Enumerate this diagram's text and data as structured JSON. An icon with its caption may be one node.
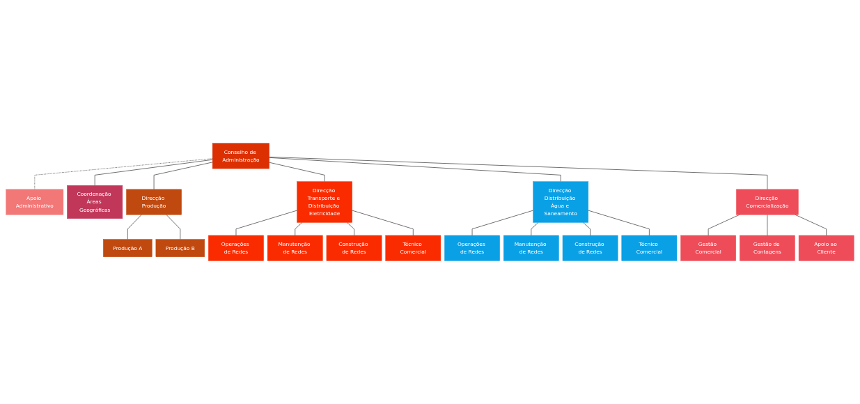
{
  "diagram": {
    "nodes": [
      {
        "text": [
          "Conselho de Administração"
        ]
      },
      {
        "text": [
          "Apoio Administrativo"
        ]
      },
      {
        "text": [
          "Coordenação Áreas Geográficas"
        ]
      },
      {
        "text": [
          "Direcção Produção"
        ]
      },
      {
        "text": [
          "Direcção Transporte e Distribuição Eletricidade"
        ]
      },
      {
        "text": [
          "Direcção Distribuição Água e Saneamento"
        ]
      },
      {
        "text": [
          "Direcção Comercialização"
        ]
      },
      {
        "text": [
          "Produção A"
        ]
      },
      {
        "text": [
          "Produção B"
        ]
      },
      {
        "text": [
          "Operações de Redes"
        ]
      },
      {
        "text": [
          "Manutenção de Redes"
        ]
      },
      {
        "text": [
          "Construção de Redes"
        ]
      },
      {
        "text": [
          "Técnico Comercial"
        ]
      },
      {
        "text": [
          "Operações de Redes"
        ]
      },
      {
        "text": [
          "Manutenção de Redes"
        ]
      },
      {
        "text": [
          "Construção de Redes"
        ]
      },
      {
        "text": [
          "Técnico Comercial"
        ]
      },
      {
        "text": [
          "Gestão Comercial"
        ]
      },
      {
        "text": [
          "Gestão de Contagens"
        ]
      },
      {
        "text": [
          "Apoio ao Cliente"
        ]
      }
    ],
    "edges": [
      {
        "from": 0,
        "to": 1,
        "arrow": "none",
        "style": "dashed"
      },
      {
        "from": 0,
        "to": 2,
        "arrow": "none"
      },
      {
        "from": 0,
        "to": 3,
        "arrow": "none"
      },
      {
        "from": 0,
        "to": 4,
        "arrow": "none"
      },
      {
        "from": 0,
        "to": 5,
        "arrow": "none"
      },
      {
        "from": 0,
        "to": 6,
        "arrow": "none"
      },
      {
        "from": 3,
        "to": 7,
        "arrow": "none"
      },
      {
        "from": 3,
        "to": 8,
        "arrow": "none"
      },
      {
        "from": 4,
        "to": 9,
        "arrow": "none"
      },
      {
        "from": 4,
        "to": 10,
        "arrow": "none"
      },
      {
        "from": 4,
        "to": 11,
        "arrow": "none"
      },
      {
        "from": 4,
        "to": 12,
        "arrow": "none"
      },
      {
        "from": 5,
        "to": 13,
        "arrow": "none"
      },
      {
        "from": 5,
        "to": 14,
        "arrow": "none"
      },
      {
        "from": 5,
        "to": 15,
        "arrow": "none"
      },
      {
        "from": 5,
        "to": 16,
        "arrow": "none"
      },
      {
        "from": 6,
        "to": 17,
        "arrow": "none"
      },
      {
        "from": 6,
        "to": 18,
        "arrow": "none"
      },
      {
        "from": 6,
        "to": 19,
        "arrow": "none"
      }
    ]
  }
}
